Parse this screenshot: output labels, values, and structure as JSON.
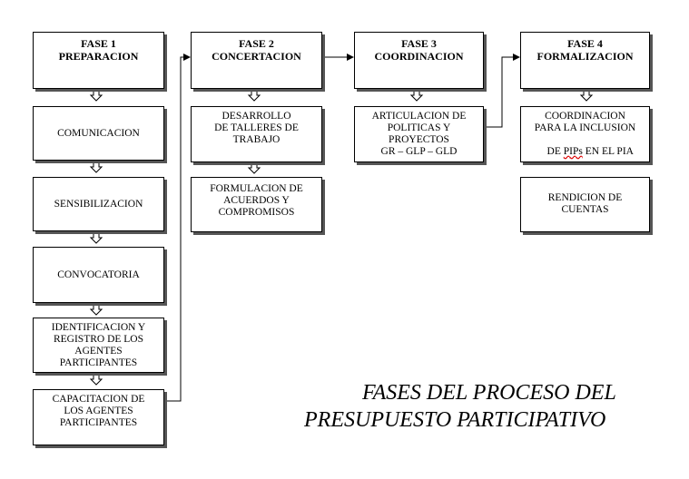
{
  "phases": [
    {
      "label": "FASE 1",
      "name": "PREPARACION"
    },
    {
      "label": "FASE 2",
      "name": "CONCERTACION"
    },
    {
      "label": "FASE 3",
      "name": "COORDINACION"
    },
    {
      "label": "FASE 4",
      "name": "FORMALIZACION"
    }
  ],
  "fase1_steps": [
    "COMUNICACION",
    "SENSIBILIZACION",
    "CONVOCATORIA",
    "IDENTIFICACION Y\nREGISTRO DE LOS\nAGENTES\nPARTICIPANTES",
    "CAPACITACION DE\nLOS AGENTES\nPARTICIPANTES"
  ],
  "fase2_steps": [
    "DESARROLLO\nDE TALLERES DE\nTRABAJO",
    "FORMULACION DE\nACUERDOS Y\nCOMPROMISOS"
  ],
  "fase3_steps": [
    "ARTICULACION DE\nPOLITICAS Y\nPROYECTOS\nGR – GLP – GLD"
  ],
  "fase4_steps": [
    {
      "line1": "COORDINACION",
      "line2": "PARA LA INCLUSION",
      "line3_a": "DE ",
      "line3_wavy": "PIPs",
      "line3_b": " EN EL PIA"
    },
    "RENDICION DE\nCUENTAS"
  ],
  "main_title": [
    "FASES DEL PROCESO DEL",
    "PRESUPUESTO PARTICIPATIVO"
  ]
}
